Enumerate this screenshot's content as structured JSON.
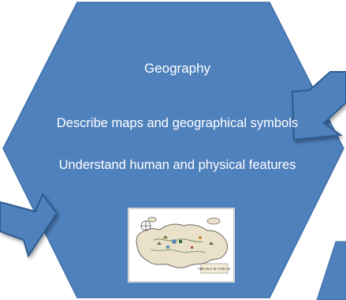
{
  "slide": {
    "title": "Geography",
    "bullets": [
      "Describe maps and geographical symbols",
      "Understand human and physical features"
    ],
    "map_caption": "THE ISLE OF STRUAY",
    "colors": {
      "hexagon_fill": "#4f81bd",
      "hexagon_edge": "#3f6fa9",
      "arrow_fill": "#4f81bd",
      "arrow_edge": "#2f5c8f",
      "text": "#ffffff"
    },
    "icons": [
      "arrow-icon",
      "island-map-illustration"
    ]
  }
}
